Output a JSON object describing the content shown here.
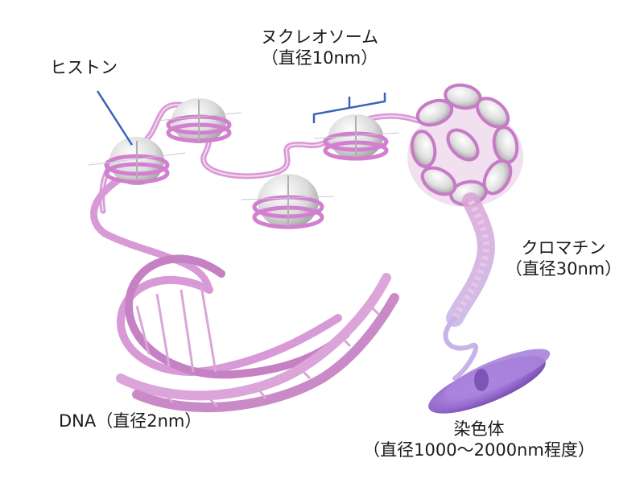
{
  "labels": {
    "histone": "ヒストン",
    "nucleosome": {
      "name": "ヌクレオソーム",
      "size": "（直径10nm）"
    },
    "chromatin": {
      "name": "クロマチン",
      "size": "（直径30nm）"
    },
    "dna": "DNA（直径2nm）",
    "chromosome": {
      "name": "染色体",
      "size": "（直径1000～2000nm程度）"
    }
  },
  "colors": {
    "dna_pink": "#d89ad6",
    "dna_dark": "#b56db3",
    "histone_gray": "#d9d9d9",
    "chromosome_purple": "#9a70cf",
    "pointer_blue": "#3a63b8"
  }
}
